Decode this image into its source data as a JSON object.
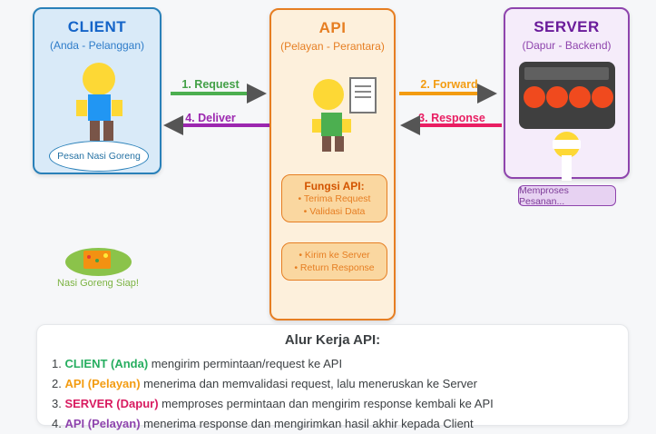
{
  "client_box": {
    "title": "CLIENT",
    "subtitle": "(Anda - Pelanggan)",
    "title_color": "#1464c8",
    "subtitle_color": "#2e7cc9",
    "bubble_text": "Pesan Nasi Goreng"
  },
  "api_box": {
    "title": "API",
    "subtitle": "(Pelayan - Perantara)",
    "title_color": "#e67e22",
    "subtitle_color": "#e67e22",
    "function_box1": {
      "title": "Fungsi API:",
      "items": [
        "• Terima Request",
        "• Validasi Data"
      ]
    },
    "function_box2": {
      "items": [
        "• Kirim ke Server",
        "• Return Response"
      ]
    }
  },
  "server_box": {
    "title": "SERVER",
    "subtitle": "(Dapur - Backend)",
    "title_color": "#6a1b9a",
    "subtitle_color": "#8e44ad",
    "status_badge": "Memproses Pesanan..."
  },
  "arrows": {
    "head_color": "#555555",
    "request": {
      "label": "1. Request",
      "color": "#43a047",
      "line_color": "#4caf50",
      "direction": "right"
    },
    "forward": {
      "label": "2. Forward",
      "color": "#f39c12",
      "line_color": "#f39c12",
      "direction": "right"
    },
    "response": {
      "label": "3. Response",
      "color": "#e91e63",
      "line_color": "#e91e63",
      "direction": "left"
    },
    "deliver": {
      "label": "4. Deliver",
      "color": "#9c27b0",
      "line_color": "#9c27b0",
      "direction": "left"
    }
  },
  "result": {
    "label": "Nasi Goreng Siap!",
    "label_color": "#7cb342"
  },
  "workflow": {
    "title": "Alur Kerja API:",
    "steps": [
      {
        "num": "1.",
        "keyword": "CLIENT (Anda)",
        "color": "#27ae60",
        "text": "mengirim permintaan/request ke API"
      },
      {
        "num": "2.",
        "keyword": "API (Pelayan)",
        "color": "#f39c12",
        "text": "menerima dan memvalidasi request, lalu meneruskan ke Server"
      },
      {
        "num": "3.",
        "keyword": "SERVER (Dapur)",
        "color": "#d81b60",
        "text": "memproses permintaan dan mengirim response kembali ke API"
      },
      {
        "num": "4.",
        "keyword": "API (Pelayan)",
        "color": "#8e44ad",
        "text": "menerima response dan mengirimkan hasil akhir kepada Client"
      }
    ]
  }
}
